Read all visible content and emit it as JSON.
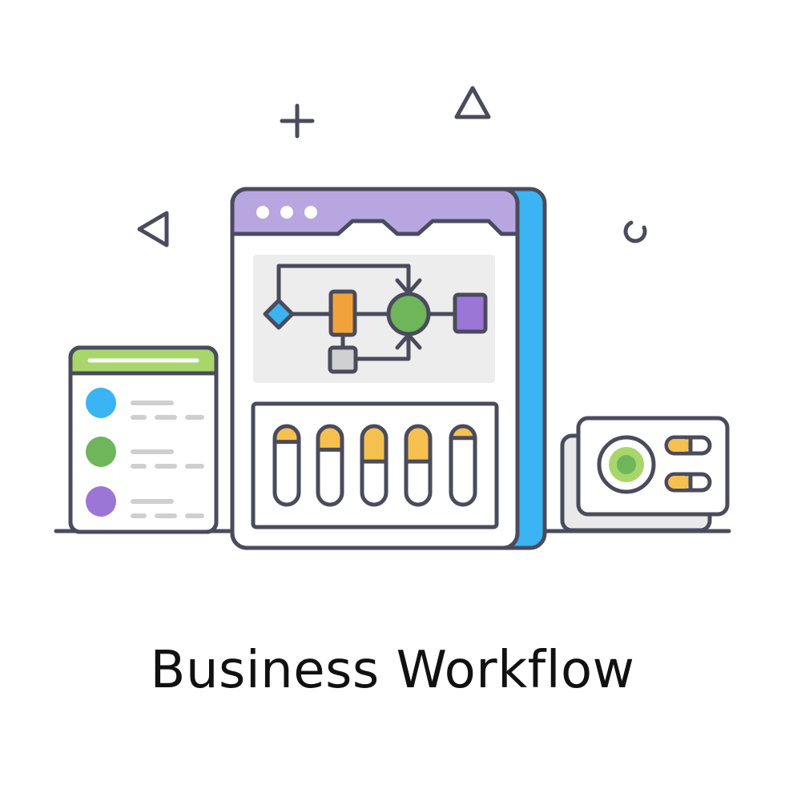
{
  "caption": "Business Workflow",
  "colors": {
    "outline": "#4a4b5c",
    "window_header": "#b7a6df",
    "window_side": "#3ab4f2",
    "panel_bg": "#ededed",
    "list_header": "#a8d66b",
    "blue_dot": "#3ab4f2",
    "green_dot": "#6fb55a",
    "purple_dot": "#9b76d6",
    "orange_node": "#f3a23b",
    "yellow_fill": "#f6c04f",
    "line_gray": "#cfcfcf",
    "gray_node": "#d0d0d0"
  },
  "icons": {
    "decor_plus": "plus-icon",
    "decor_triangle_up": "triangle-icon",
    "decor_triangle_left": "triangle-left-icon",
    "decor_ring": "ring-icon"
  },
  "sliders": [
    {
      "level": 0.2
    },
    {
      "level": 0.3
    },
    {
      "level": 0.45
    },
    {
      "level": 0.45
    },
    {
      "level": 0.15
    }
  ],
  "list_items": [
    {
      "dot": "blue"
    },
    {
      "dot": "green"
    },
    {
      "dot": "purple"
    }
  ],
  "toggles": [
    {
      "on": true
    },
    {
      "on": true
    }
  ]
}
